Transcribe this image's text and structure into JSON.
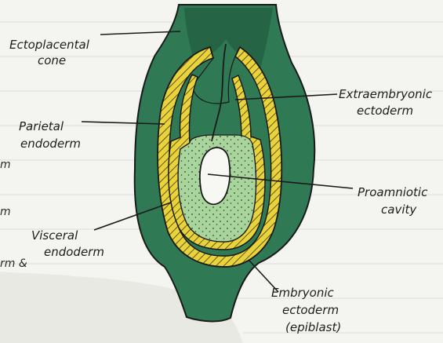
{
  "diagram": {
    "labels": {
      "ectoplacental_cone": [
        "Ectoplacental",
        "cone"
      ],
      "extraembryonic_ectoderm": [
        "Extraembryonic",
        "ectoderm"
      ],
      "parietal_endoderm": [
        "Parietal",
        "endoderm"
      ],
      "proamniotic_cavity": [
        "Proamniotic",
        "cavity"
      ],
      "visceral_endoderm": [
        "Visceral",
        "endoderm"
      ],
      "embryonic_ectoderm": [
        "Embryonic",
        "ectoderm",
        "(epiblast)"
      ]
    },
    "margin_fragments": [
      "m",
      "m",
      "rm &"
    ],
    "colors": {
      "paper": "#f4f4f1",
      "background": "#e9e9e4",
      "trophoblast_green": "#2f7a55",
      "dark_green": "#215d3f",
      "yellow": "#e9d23a",
      "epiblast_green": "#a9d49b",
      "outline": "#1a1a1a"
    }
  }
}
